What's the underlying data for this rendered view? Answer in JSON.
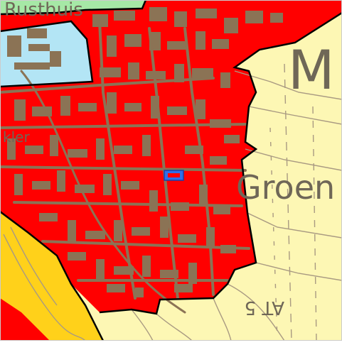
{
  "map": {
    "labels": {
      "top_left": "Rusthuis",
      "big_letter": "M",
      "east": "Groen",
      "west": "kler",
      "road": "AT 5"
    },
    "colors": {
      "residential_zone": "#ff0000",
      "building": "#8b7355",
      "green_zone": "#fdf7b4",
      "water": "#b3e5f5",
      "agricultural": "#a6e8a6",
      "orange_zone": "#ffd11a",
      "border": "#000000",
      "highlight": "#2f6fe8"
    }
  }
}
